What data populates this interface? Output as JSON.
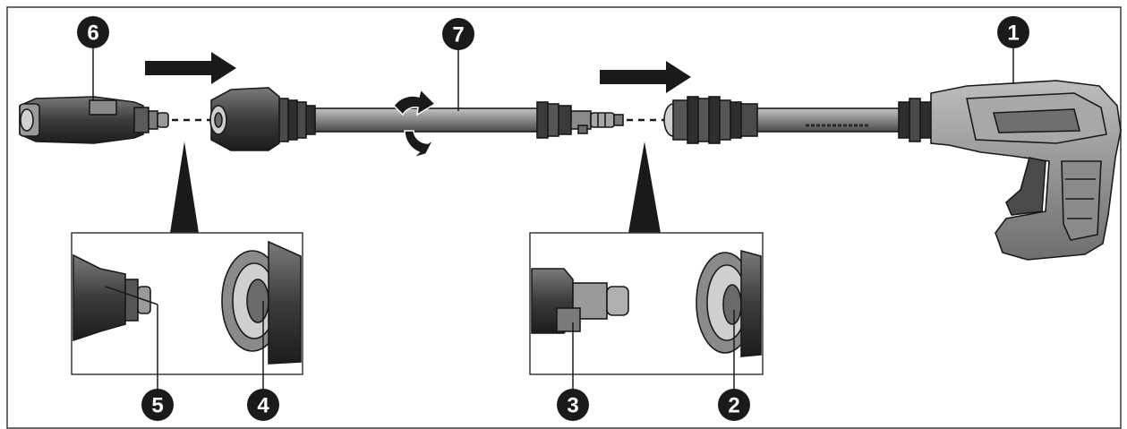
{
  "callouts": {
    "c1": "1",
    "c2": "2",
    "c3": "3",
    "c4": "4",
    "c5": "5",
    "c6": "6",
    "c7": "7"
  },
  "colors": {
    "part_fill": "#8c8c8c",
    "part_dark": "#3a3a3a",
    "outline": "#1a1a1a",
    "callout_fill": "#1a1a1a",
    "callout_text": "#ffffff",
    "background": "#ffffff"
  },
  "icons": [
    "arrow-right-icon",
    "rotate-arrow-icon",
    "spray-nozzle",
    "lance-tube",
    "spray-gun"
  ]
}
